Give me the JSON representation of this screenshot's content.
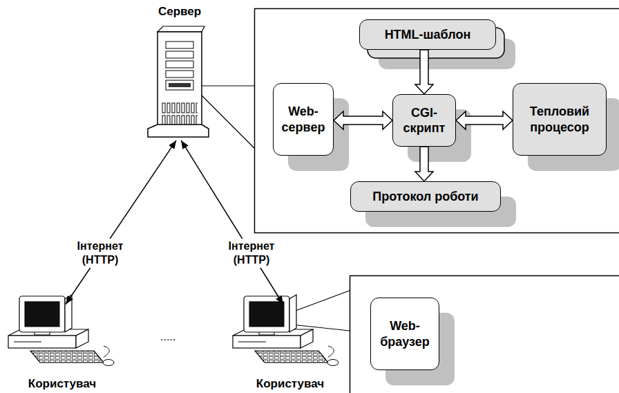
{
  "diagram": {
    "nodes": [
      {
        "text": [
          "Сервер"
        ]
      },
      {
        "text": [
          "HTML-шаблон"
        ]
      },
      {
        "text": [
          "Web- сервер"
        ]
      },
      {
        "text": [
          "CGI- скрипт"
        ]
      },
      {
        "text": [
          "Тепловий процесор"
        ]
      },
      {
        "text": [
          "Протокол роботи"
        ]
      },
      {
        "text": [
          "Користувач"
        ]
      },
      {
        "text": [
          "Користувач"
        ]
      },
      {
        "text": [
          "Web- браузер"
        ]
      }
    ],
    "edges": [
      {
        "from": 1,
        "to": 3,
        "arrow": "to"
      },
      {
        "from": 2,
        "to": 3,
        "arrow": "both"
      },
      {
        "from": 3,
        "to": 4,
        "arrow": "both"
      },
      {
        "from": 3,
        "to": 5,
        "arrow": "to"
      },
      {
        "from": 0,
        "to": 6,
        "arrow": "both",
        "label": "Інтернет (HTTP)"
      },
      {
        "from": 0,
        "to": 7,
        "arrow": "both",
        "label": "Інтернет (HTTP)"
      }
    ],
    "labels": [
      "....."
    ]
  }
}
